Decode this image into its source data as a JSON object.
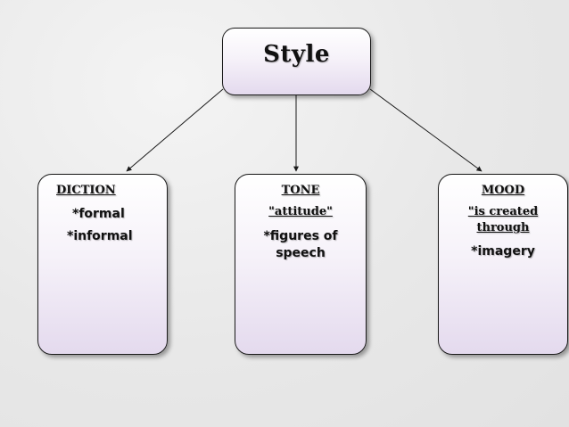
{
  "diagram": {
    "root": {
      "label": "Style"
    },
    "nodes": [
      {
        "heading": "DICTION",
        "items": [
          "*formal",
          "*informal"
        ]
      },
      {
        "heading": "TONE",
        "quote": "\"attitude\"",
        "items": [
          "*figures of",
          "speech"
        ]
      },
      {
        "heading": "MOOD",
        "quote_lines": [
          "\"is created",
          "through"
        ],
        "items": [
          "*imagery"
        ]
      }
    ]
  },
  "colors": {
    "line": "#1a1a1a",
    "box_top": "#ffffff",
    "box_bottom": "#e4daee"
  }
}
